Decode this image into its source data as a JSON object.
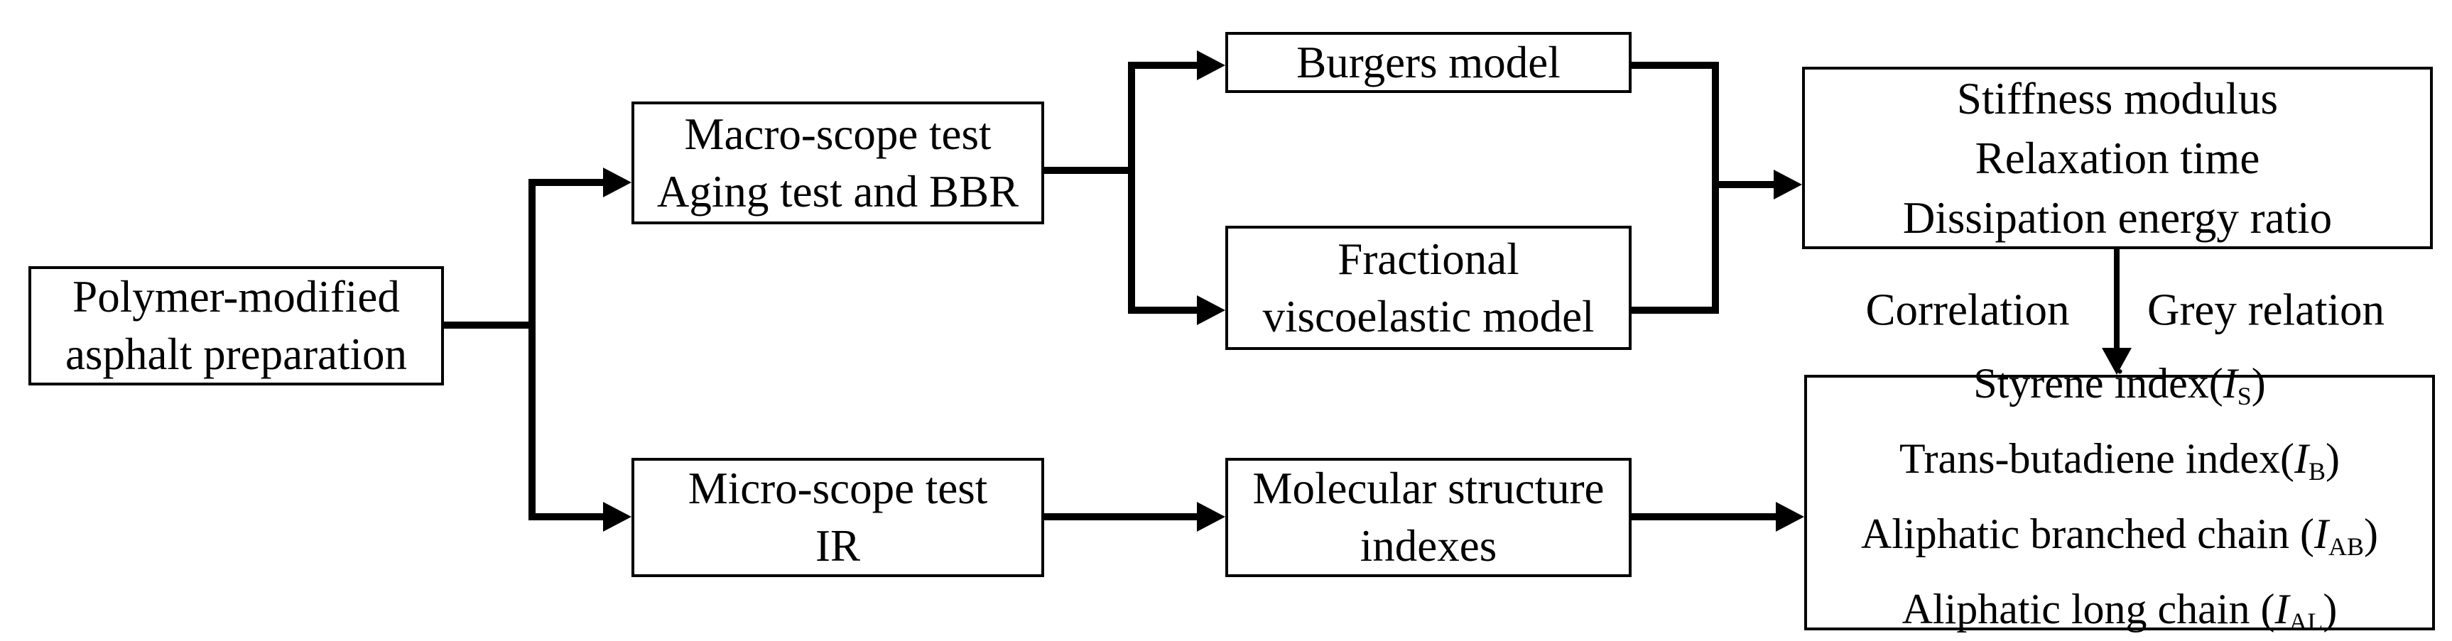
{
  "boxes": {
    "polymer": {
      "lines": [
        "Polymer-modified",
        "asphalt preparation"
      ]
    },
    "macro": {
      "lines": [
        "Macro-scope test",
        "Aging test and BBR"
      ]
    },
    "micro": {
      "lines": [
        "Micro-scope test",
        "IR"
      ]
    },
    "burgers": {
      "lines": [
        "Burgers model"
      ]
    },
    "fractional": {
      "lines": [
        "Fractional",
        "viscoelastic model"
      ]
    },
    "molecular": {
      "lines": [
        "Molecular structure",
        "indexes"
      ]
    },
    "stiffness": {
      "lines": [
        "Stiffness modulus",
        "Relaxation time",
        "Dissipation energy ratio"
      ]
    },
    "styrene": {
      "items": [
        {
          "pre": "Styrene index(",
          "var": "I",
          "sub": "S",
          "post": ")"
        },
        {
          "pre": "Trans-butadiene index(",
          "var": "I",
          "sub": "B",
          "post": ")"
        },
        {
          "pre": "Aliphatic branched chain (",
          "var": "I",
          "sub": "AB",
          "post": ")"
        },
        {
          "pre": "Aliphatic long chain (",
          "var": "I",
          "sub": "AL",
          "post": ")"
        }
      ]
    }
  },
  "labels": {
    "correlation": "Correlation",
    "grey_relation": "Grey relation"
  },
  "icons": {
    "arrow_head_right": "solid-triangle-right",
    "arrow_head_down": "solid-triangle-down"
  },
  "colors": {
    "line": "#000000",
    "box_border": "#000000",
    "box_background": "#ffffff",
    "text": "#000000",
    "page_background": "#ffffff"
  }
}
